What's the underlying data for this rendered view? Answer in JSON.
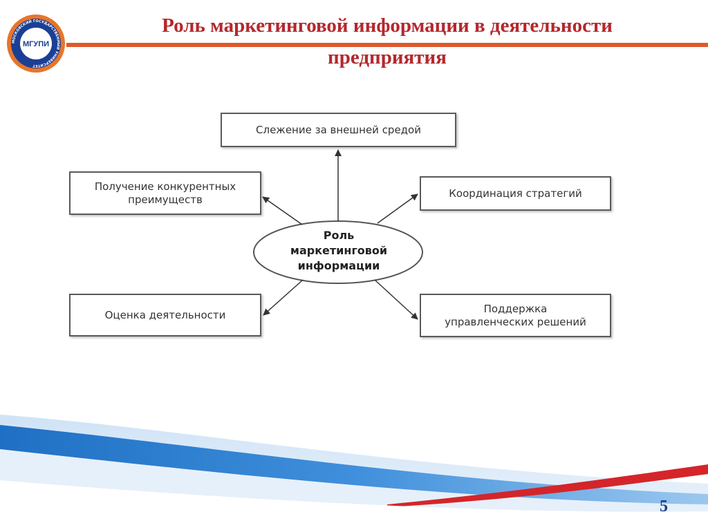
{
  "title": {
    "line1": "Роль маркетинговой информации в деятельности",
    "line2": "предприятия"
  },
  "logo": {
    "text": "МГУПИ",
    "ring_text": "МОСКОВСКИЙ ГОСУДАРСТВЕННЫЙ УНИВЕРСИТЕТ"
  },
  "diagram": {
    "center": {
      "line1": "Роль",
      "line2": "маркетинговой",
      "line3": "информации"
    },
    "nodes": {
      "top": "Слежение за внешней средой",
      "left_top": {
        "line1": "Получение конкурентных",
        "line2": "преимуществ"
      },
      "right_top": "Координация стратегий",
      "left_bottom": "Оценка деятельности",
      "right_bottom": {
        "line1": "Поддержка",
        "line2": "управленческих решений"
      }
    }
  },
  "page_number": "5",
  "colors": {
    "title": "#b3282d",
    "accent_bar": "#e1572b",
    "wave_blue": "#1f6fc4",
    "wave_red": "#d4252a",
    "page_number": "#1a3f8f"
  }
}
